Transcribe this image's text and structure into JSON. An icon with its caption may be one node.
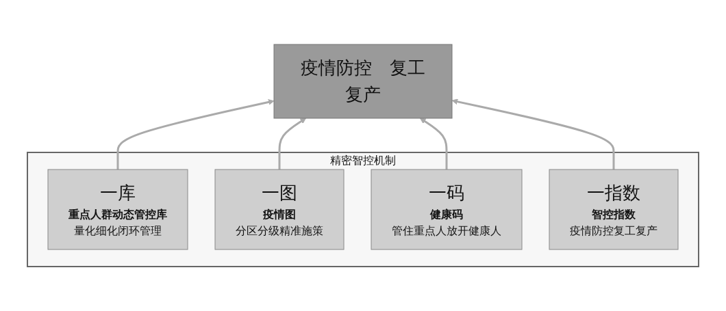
{
  "diagram": {
    "nodes": [
      {
        "text": [
          "疫情防控　复工复产"
        ]
      },
      {
        "text": [
          "精密智控机制"
        ]
      },
      {
        "text": [
          "一库",
          "重点人群动态管控库",
          "量化细化闭环管理"
        ],
        "in": 1
      },
      {
        "text": [
          "一图",
          "疫情图",
          "分区分级精准施策"
        ],
        "in": 1
      },
      {
        "text": [
          "一码",
          "健康码",
          "管住重点人放开健康人"
        ],
        "in": 1
      },
      {
        "text": [
          "一指数",
          "智控指数",
          "疫情防控复工复产"
        ],
        "in": 1
      }
    ],
    "edges": [
      {
        "from": 2,
        "to": 0,
        "arrow": "to"
      },
      {
        "from": 3,
        "to": 0,
        "arrow": "to"
      },
      {
        "from": 4,
        "to": 0,
        "arrow": "to"
      },
      {
        "from": 5,
        "to": 0,
        "arrow": "to"
      }
    ]
  }
}
